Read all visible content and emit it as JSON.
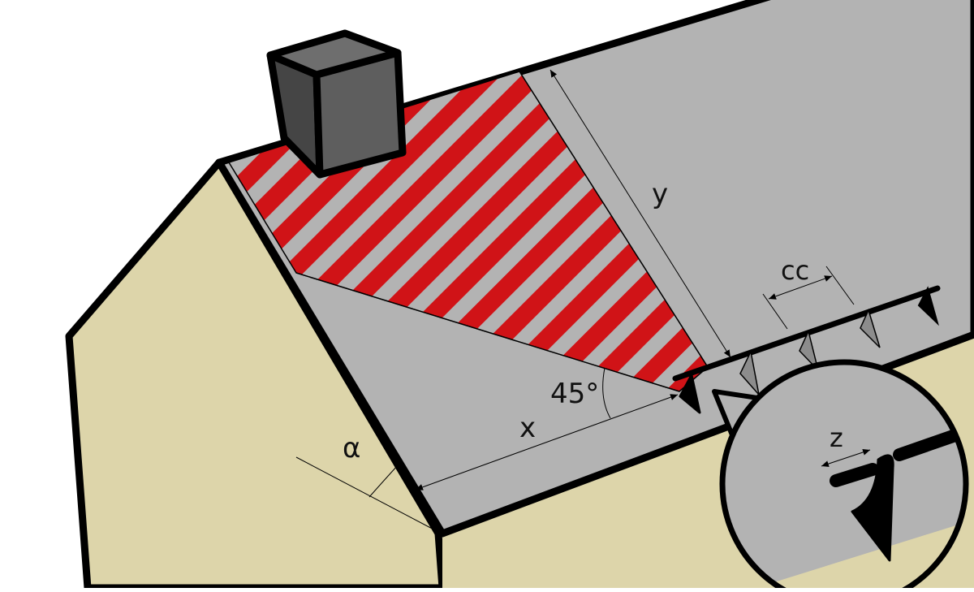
{
  "labels": {
    "y": "y",
    "cc": "cc",
    "angle": "45°",
    "x": "x",
    "alpha": "α",
    "z": "z"
  },
  "colors": {
    "wall": "#ddd5aa",
    "roof": "#b3b3b3",
    "stripe_red": "#d01317",
    "stripe_grey": "#b3b3b3",
    "chimney_front": "#5e5e5e",
    "chimney_side": "#454545",
    "chimney_top": "#6e6e6e",
    "outline": "#000000",
    "bracket_light": "#8c8c8c",
    "bracket_dark": "#000000"
  },
  "icons": {
    "chimney": "chimney-icon",
    "snow_guard": "snow-guard-bracket-icon",
    "magnifier": "zoom-callout-icon"
  }
}
